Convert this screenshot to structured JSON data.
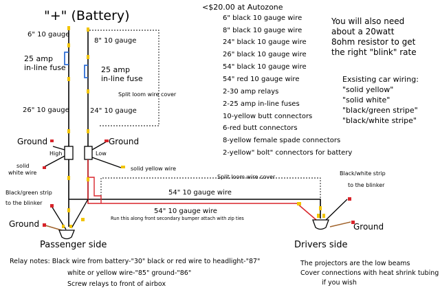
{
  "title": "\"+\" (Battery)",
  "left_top_wire": "6\"  10 gauge",
  "right_top_wire": "8\"  10 gauge",
  "fuse_left_a": "25 amp",
  "fuse_left_b": "in-line fuse",
  "fuse_right_a": "25 amp",
  "fuse_right_b": "in-line fuse",
  "loom_top": "Split loom wire cover",
  "left_mid_wire": "26\"  10 gauge",
  "right_mid_wire": "24\"  10 gauge",
  "ground_left": "Ground",
  "ground_right": "Ground",
  "relay_high": "High",
  "relay_low": "Low",
  "solid_white_a": "solid",
  "solid_white_b": "white wire",
  "solid_yellow": "solid yellow wire",
  "loom_bottom": "Split loom wire cover",
  "wire_54_upper": "54\"  10 gauge wire",
  "wire_54_lower": "54\"  10 gauge wire",
  "bumper_note": "Run this along front secondary bumper attach with zip ties",
  "bg_strip_a": "Black/green strip",
  "bg_strip_b": "to the blinker",
  "bw_strip_a": "Black/white strip",
  "bw_strip_b": "to the blinker",
  "ground_pass": "Ground",
  "ground_drv": "Ground",
  "passenger_side": "Passenger side",
  "drivers_side": "Drivers side",
  "parts": {
    "header": "<$20.00 at Autozone",
    "items": [
      "6\" black 10 gauge wire",
      "8\" black 10 gauge wire",
      "24\" black 10 gauge wire",
      "26\" black 10 gauge wire",
      "54\" black 10 gauge wire",
      "54\" red 10 gauge wire",
      "2-30 amp relays",
      "2-25 amp in-line fuses",
      "10-yellow butt connectors",
      "6-red butt connectors",
      "8-yellow female spade connectors",
      "2-yellow\" bolt\" connectors for battery"
    ]
  },
  "resistor_note": [
    "You will also need",
    "about  a 20watt",
    "8ohm resistor to get",
    "the right \"blink\" rate"
  ],
  "existing": {
    "header": "Exsisting car wiring:",
    "items": [
      "\"solid yellow\"",
      "\"solid white\"",
      "\"black/green stripe\"",
      "\"black/white stripe\""
    ]
  },
  "relay_notes": [
    "Relay notes:  Black wire from battery-\"30\"  black or red wire to headlight-\"87\"",
    "white or yellow wire-\"85\"   ground-\"86\"",
    "Screw relays to front of airbox"
  ],
  "projector_notes": [
    "The projectors are the low beams",
    "Cover connections with heat shrink tubing",
    "if you wish"
  ],
  "colors": {
    "wire": "#000000",
    "red_wire": "#d8242a",
    "fuse": "#2f6fd6",
    "yellow": "#f2c400",
    "brown": "#a0622a"
  }
}
